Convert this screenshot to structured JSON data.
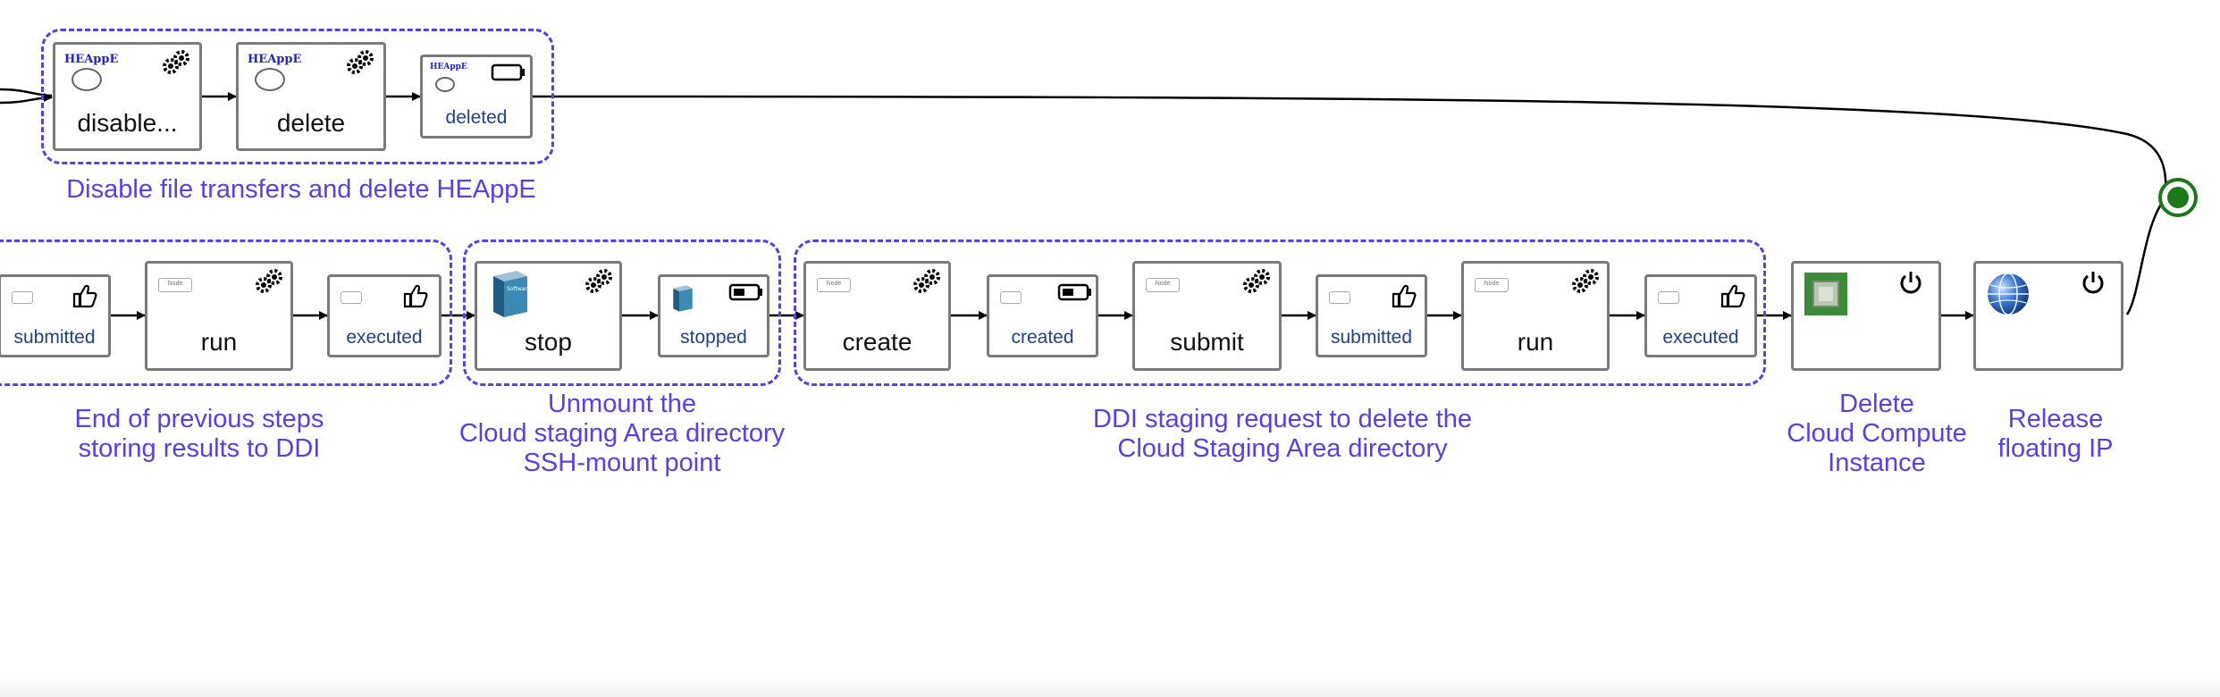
{
  "colors": {
    "group": "#5a3ee6",
    "state_text": "#1f3f8f",
    "end_node": "#1a7a1a"
  },
  "groups": {
    "heappe": "Disable file transfers and delete HEAppE",
    "ddi_end": "End of previous steps\nstoring results to DDI",
    "unmount": "Unmount the\nCloud staging Area directory\nSSH-mount point",
    "ddi_staging": "DDI staging request to delete the\nCloud Staging Area directory",
    "delete_instance": "Delete\nCloud Compute\nInstance",
    "release_ip": "Release\nfloating IP"
  },
  "nodes": {
    "disable": {
      "label": "disable...",
      "brand": "HEAppE",
      "icon": "gears-icon"
    },
    "delete": {
      "label": "delete",
      "brand": "HEAppE",
      "icon": "gears-icon"
    },
    "deleted": {
      "label": "deleted",
      "brand": "HEAppE",
      "icon": "battery-empty-icon"
    },
    "submitted1": {
      "label": "submitted",
      "icon": "thumbs-up-icon"
    },
    "run1": {
      "label": "run",
      "icon": "gears-icon"
    },
    "executed1": {
      "label": "executed",
      "icon": "thumbs-up-icon"
    },
    "stop": {
      "label": "stop",
      "icon": "gears-icon",
      "image": "software-box-icon",
      "image_text": "Software"
    },
    "stopped": {
      "label": "stopped",
      "icon": "battery-half-icon"
    },
    "create": {
      "label": "create",
      "icon": "gears-icon"
    },
    "created": {
      "label": "created",
      "icon": "battery-half-icon"
    },
    "submit": {
      "label": "submit",
      "icon": "gears-icon"
    },
    "submitted2": {
      "label": "submitted",
      "icon": "thumbs-up-icon"
    },
    "run2": {
      "label": "run",
      "icon": "gears-icon"
    },
    "executed2": {
      "label": "executed",
      "icon": "thumbs-up-icon"
    },
    "compute": {
      "icon": "power-icon",
      "image": "cpu-chip-icon"
    },
    "floatingip": {
      "icon": "power-icon",
      "image": "globe-icon"
    }
  },
  "node_icon_text": "Node"
}
